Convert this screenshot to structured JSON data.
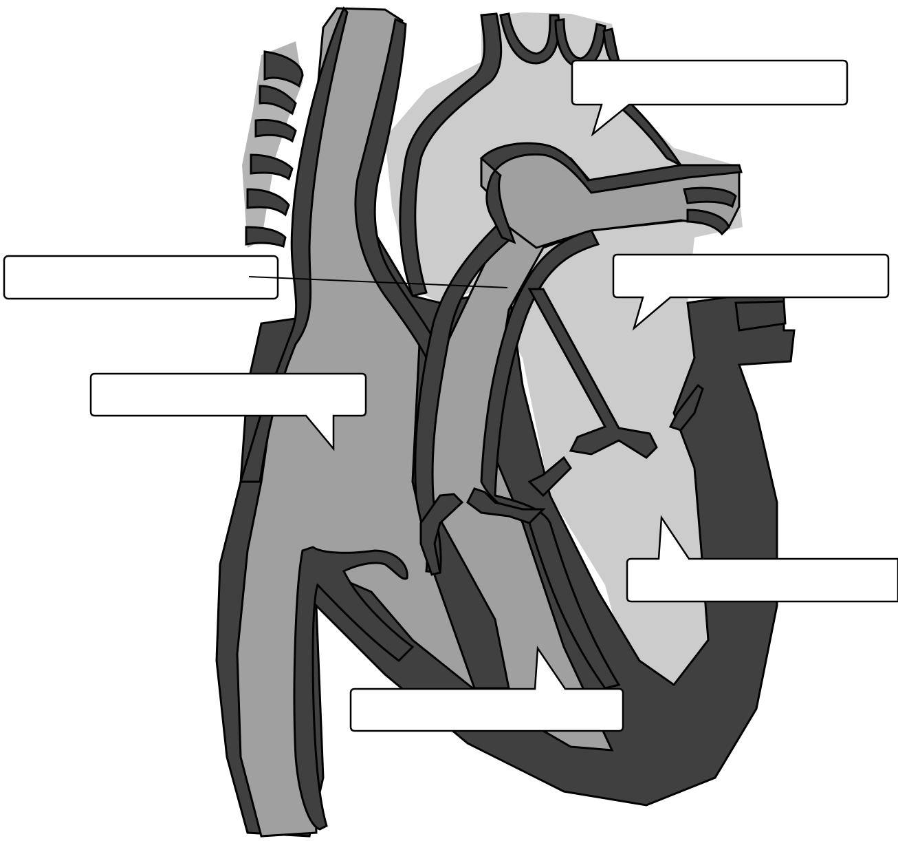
{
  "diagram": {
    "colors": {
      "background": "#ffffff",
      "outline": "#000000",
      "dark_wall": "#404040",
      "mid_chamber": "#a0a0a0",
      "light_chamber": "#cccccc",
      "label_box_fill": "#ffffff"
    },
    "labels": [
      {
        "id": "label-aorta",
        "text": ""
      },
      {
        "id": "label-pulmonary",
        "text": ""
      },
      {
        "id": "label-left-atrium",
        "text": ""
      },
      {
        "id": "label-right-atrium",
        "text": ""
      },
      {
        "id": "label-left-ventricle",
        "text": ""
      },
      {
        "id": "label-right-ventricle",
        "text": ""
      }
    ]
  }
}
